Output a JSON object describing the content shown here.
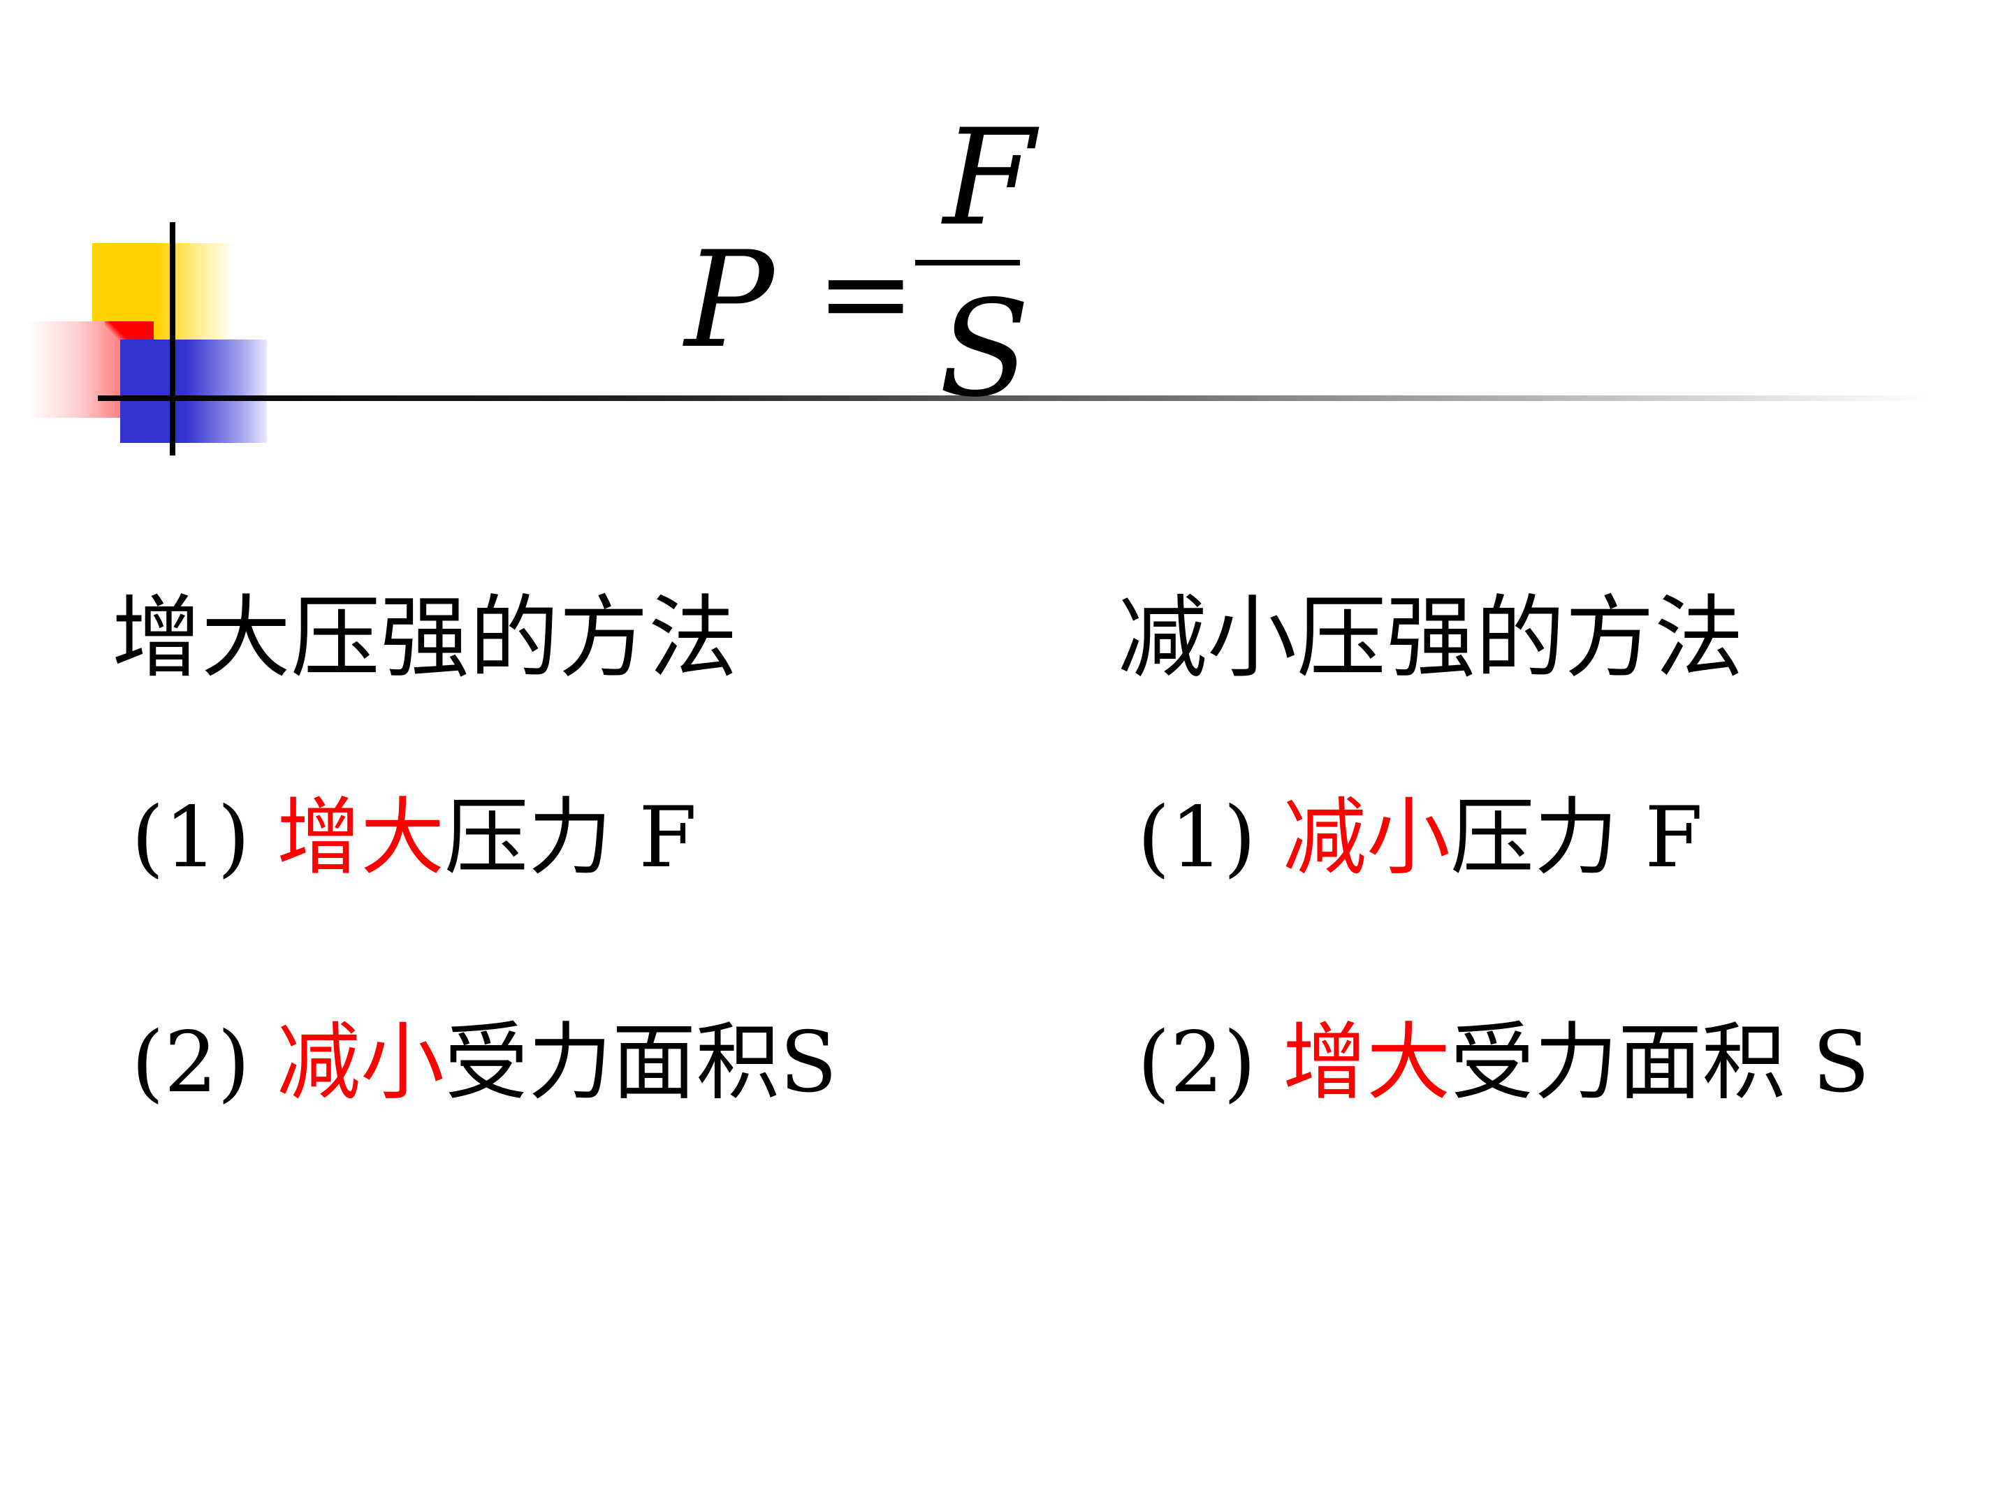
{
  "formula": {
    "lhs": "P",
    "equals": "=",
    "numerator": "F",
    "denominator": "S"
  },
  "columns": [
    {
      "heading": "增大压强的方法",
      "methods": [
        {
          "number": "(1)",
          "highlight": "增大",
          "rest": "压力 F"
        },
        {
          "number": "(2)",
          "highlight": "减小",
          "rest": "受力面积S"
        }
      ]
    },
    {
      "heading": "减小压强的方法",
      "methods": [
        {
          "number": "(1)",
          "highlight": "减小",
          "rest": "压力 F"
        },
        {
          "number": "(2)",
          "highlight": "增大",
          "rest": "受力面积 S"
        }
      ]
    }
  ],
  "colors": {
    "highlight": "#ff0000",
    "ornament_yellow": "#ffd200",
    "ornament_red": "#ff0000",
    "ornament_blue": "#3333cc"
  }
}
